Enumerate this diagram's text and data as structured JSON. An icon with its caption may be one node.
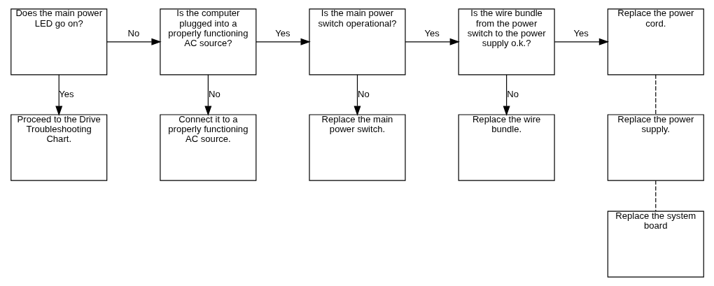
{
  "diagram": {
    "nodes": [
      {
        "text": [
          "Does the main power LED go on?"
        ]
      },
      {
        "text": [
          "Is the computer plugged into a properly functioning AC source?"
        ]
      },
      {
        "text": [
          "Is the main power switch operational?"
        ]
      },
      {
        "text": [
          "Is the wire bundle from the power switch to the power supply o.k.?"
        ]
      },
      {
        "text": [
          "Replace the power cord."
        ]
      },
      {
        "text": [
          "Proceed to the Drive Troubleshooting Chart."
        ]
      },
      {
        "text": [
          "Connect it to a properly functioning AC source."
        ]
      },
      {
        "text": [
          "Replace the main power switch."
        ]
      },
      {
        "text": [
          "Replace the wire bundle."
        ]
      },
      {
        "text": [
          "Replace the power supply."
        ]
      },
      {
        "text": [
          "Replace the system board"
        ]
      }
    ],
    "edges": [
      {
        "from": 0,
        "to": 1,
        "arrow": "to",
        "label": "No"
      },
      {
        "from": 1,
        "to": 2,
        "arrow": "to",
        "label": "Yes"
      },
      {
        "from": 2,
        "to": 3,
        "arrow": "to",
        "label": "Yes"
      },
      {
        "from": 3,
        "to": 4,
        "arrow": "to",
        "label": "Yes"
      },
      {
        "from": 0,
        "to": 5,
        "arrow": "to",
        "label": "Yes"
      },
      {
        "from": 1,
        "to": 6,
        "arrow": "to",
        "label": "No"
      },
      {
        "from": 2,
        "to": 7,
        "arrow": "to",
        "label": "No"
      },
      {
        "from": 3,
        "to": 8,
        "arrow": "to",
        "label": "No"
      },
      {
        "from": 4,
        "to": 9,
        "arrow": "none",
        "style": "dashed"
      },
      {
        "from": 9,
        "to": 10,
        "arrow": "none",
        "style": "dashed"
      }
    ]
  }
}
